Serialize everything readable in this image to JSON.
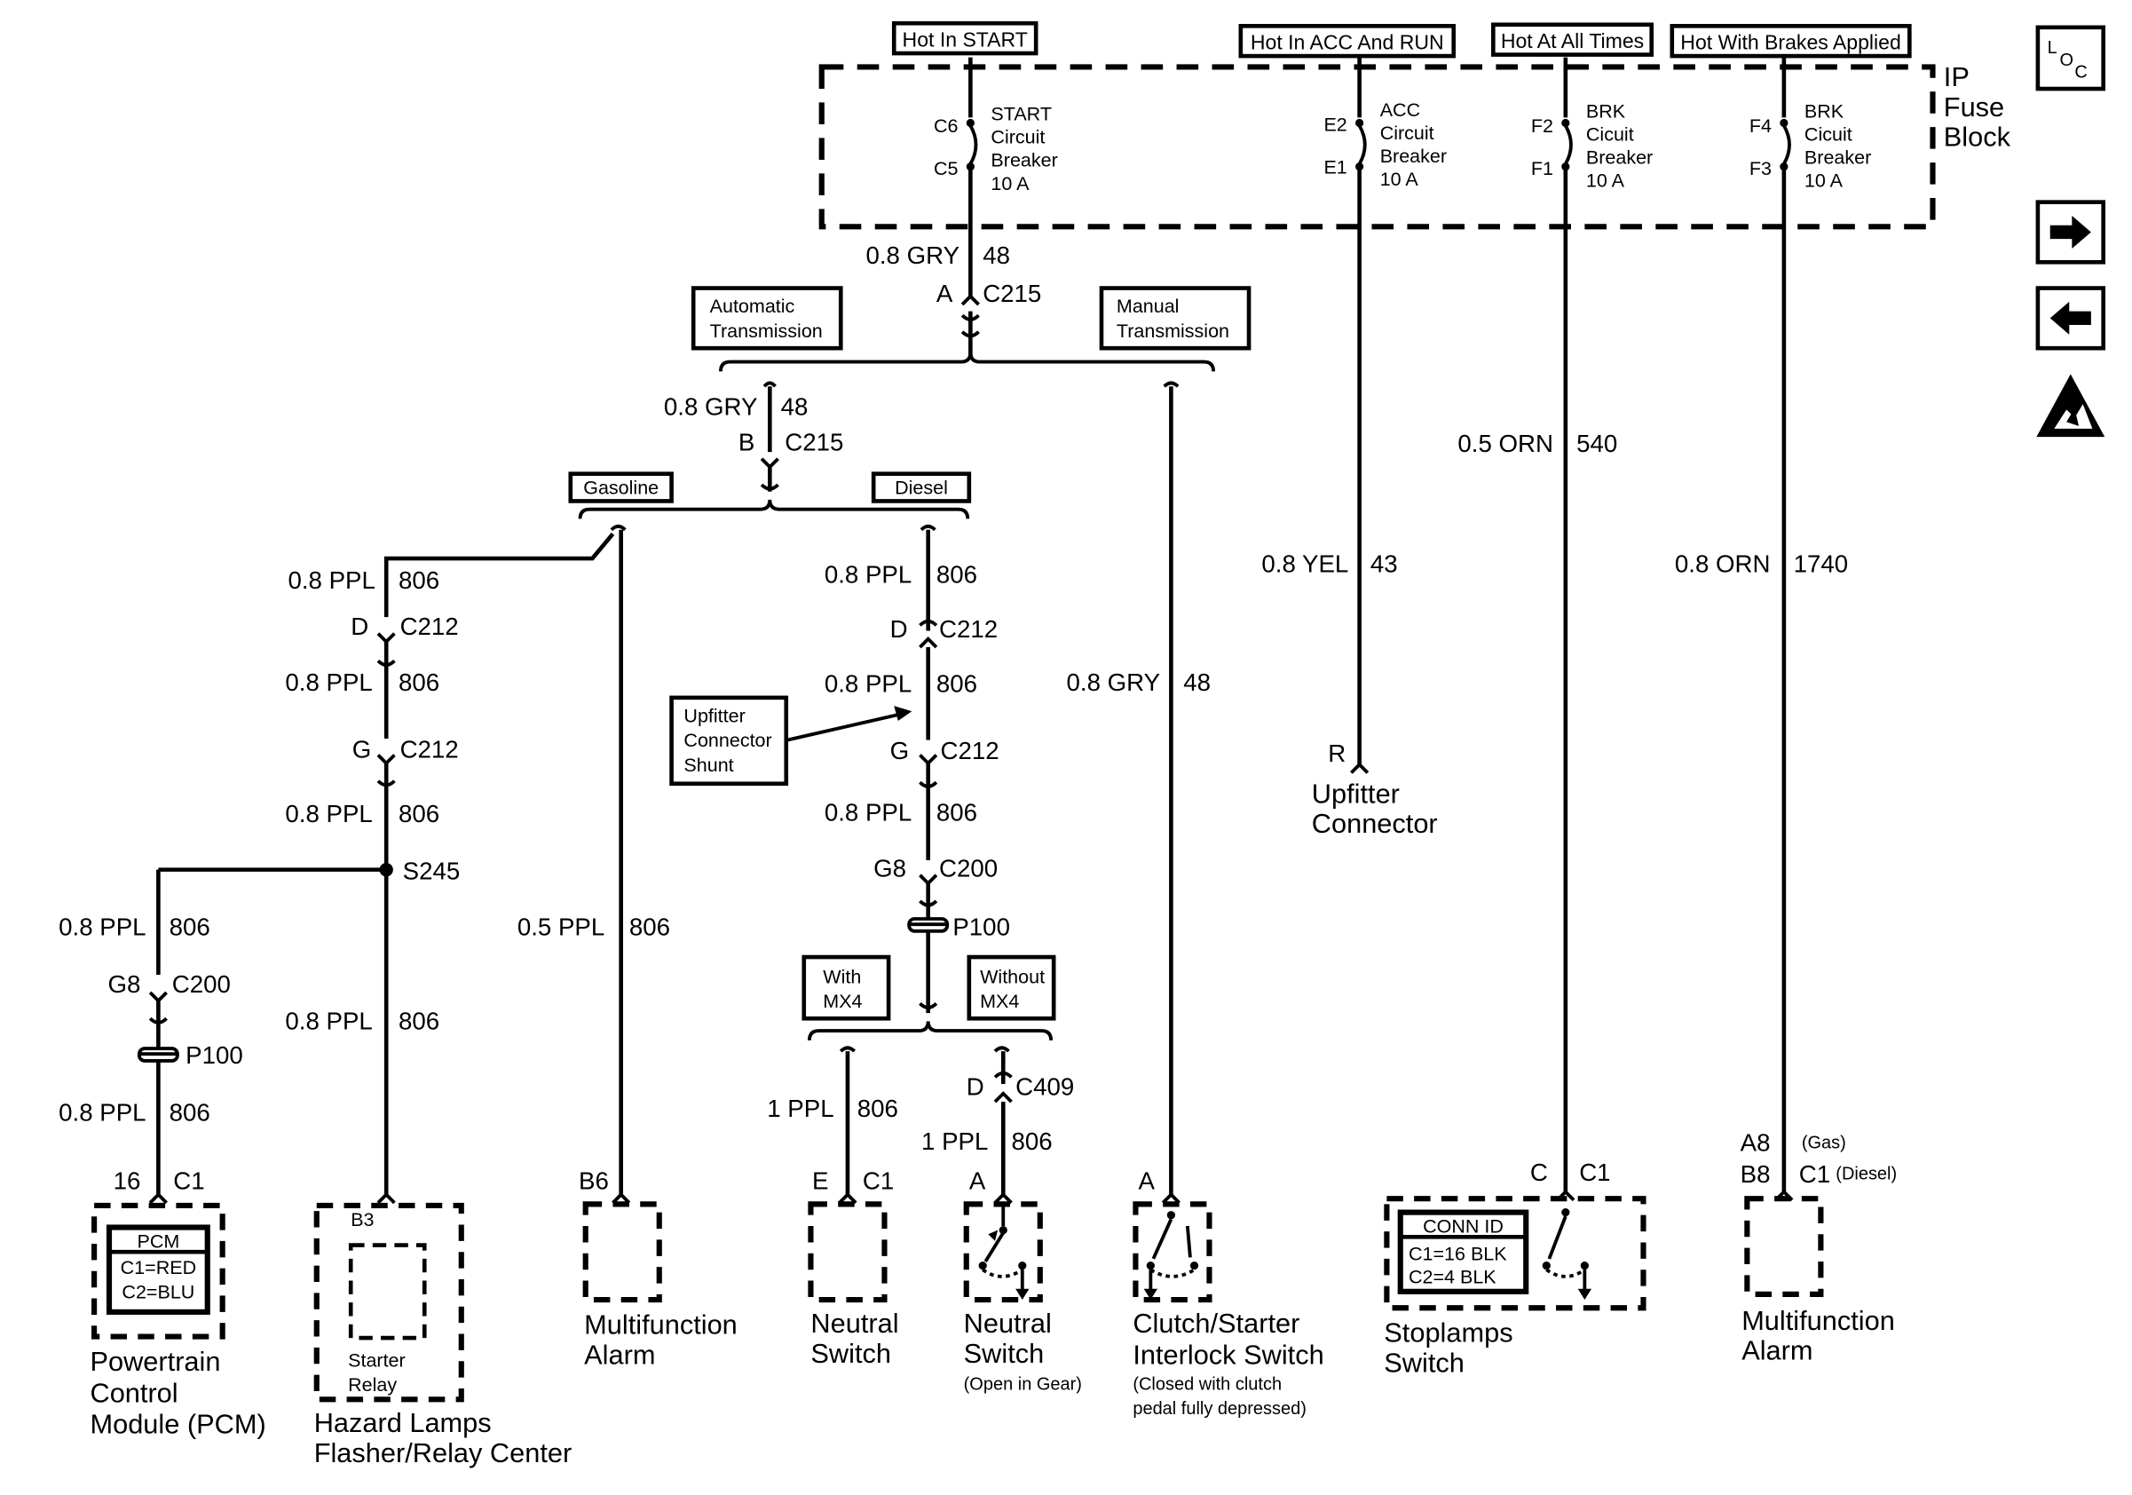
{
  "power_labels": {
    "hot_start": "Hot In START",
    "hot_acc_run": "Hot In ACC And RUN",
    "hot_all_times": "Hot At All Times",
    "hot_brakes": "Hot With Brakes Applied"
  },
  "fuse_block": {
    "line1": "IP",
    "line2": "Fuse",
    "line3": "Block"
  },
  "breakers": {
    "start": {
      "pin_top": "C6",
      "pin_bot": "C5",
      "l1": "START",
      "l2": "Circuit",
      "l3": "Breaker",
      "l4": "10 A"
    },
    "acc": {
      "pin_top": "E2",
      "pin_bot": "E1",
      "l1": "ACC",
      "l2": "Circuit",
      "l3": "Breaker",
      "l4": "10 A"
    },
    "brk1": {
      "pin_top": "F2",
      "pin_bot": "F1",
      "l1": "BRK",
      "l2": "Cicuit",
      "l3": "Breaker",
      "l4": "10 A"
    },
    "brk2": {
      "pin_top": "F4",
      "pin_bot": "F3",
      "l1": "BRK",
      "l2": "Cicuit",
      "l3": "Breaker",
      "l4": "10 A"
    }
  },
  "wires": {
    "gry_top": "0.8 GRY",
    "gry_top_num": "48",
    "c215a_pin": "A",
    "c215a_conn": "C215",
    "auto_trans_1": "Automatic",
    "auto_trans_2": "Transmission",
    "man_trans_1": "Manual",
    "man_trans_2": "Transmission",
    "gry_mid": "0.8 GRY",
    "gry_mid_num": "48",
    "c215b_pin": "B",
    "c215b_conn": "C215",
    "gasoline": "Gasoline",
    "diesel": "Diesel",
    "orn540": "0.5 ORN",
    "orn540_num": "540",
    "yel43": "0.8 YEL",
    "yel43_num": "43",
    "orn1740": "0.8 ORN",
    "orn1740_num": "1740",
    "gry_right": "0.8 GRY",
    "gry_right_num": "48",
    "g_ppl1": "0.8 PPL",
    "g_ppl1_num": "806",
    "g_d_pin": "D",
    "g_d_conn": "C212",
    "g_ppl2": "0.8 PPL",
    "g_ppl2_num": "806",
    "g_g_pin": "G",
    "g_g_conn": "C212",
    "g_ppl3": "0.8 PPL",
    "g_ppl3_num": "806",
    "s245": "S245",
    "l_ppl1": "0.8 PPL",
    "l_ppl1_num": "806",
    "l_g8": "G8",
    "l_c200": "C200",
    "l_p100": "P100",
    "l_ppl2": "0.8 PPL",
    "l_ppl2_num": "806",
    "l_pin": "16",
    "l_conn": "C1",
    "h_ppl": "0.8 PPL",
    "h_ppl_num": "806",
    "m_ppl": "0.5 PPL",
    "m_ppl_num": "806",
    "d_ppl1": "0.8 PPL",
    "d_ppl1_num": "806",
    "d_d_pin": "D",
    "d_d_conn": "C212",
    "d_ppl2": "0.8 PPL",
    "d_ppl2_num": "806",
    "shunt_1": "Upfitter",
    "shunt_2": "Connector",
    "shunt_3": "Shunt",
    "d_g_pin": "G",
    "d_g_conn": "C212",
    "d_ppl3": "0.8 PPL",
    "d_ppl3_num": "806",
    "d_g8": "G8",
    "d_c200": "C200",
    "d_p100": "P100",
    "with_mx4_1": "With",
    "with_mx4_2": "MX4",
    "without_mx4_1": "Without",
    "without_mx4_2": "MX4",
    "c409_pin": "D",
    "c409_conn": "C409",
    "n1_ppl": "1 PPL",
    "n1_ppl_num": "806",
    "n2_ppl": "1 PPL",
    "n2_ppl_num": "806",
    "upfit_pin": "R"
  },
  "components": {
    "pcm": {
      "box_title": "PCM",
      "c1": "C1=RED",
      "c2": "C2=BLU",
      "name1": "Powertrain",
      "name2": "Control",
      "name3": "Module (PCM)"
    },
    "hazard": {
      "pin": "B3",
      "inner1": "Starter",
      "inner2": "Relay",
      "name1": "Hazard Lamps",
      "name2": "Flasher/Relay Center"
    },
    "mfa_left": {
      "pin": "B6",
      "name1": "Multifunction",
      "name2": "Alarm"
    },
    "neutral1": {
      "pin": "E",
      "conn": "C1",
      "name1": "Neutral",
      "name2": "Switch"
    },
    "neutral2": {
      "pin": "A",
      "name1": "Neutral",
      "name2": "Switch",
      "note": "(Open in Gear)"
    },
    "clutch": {
      "pin": "A",
      "name1": "Clutch/Starter",
      "name2": "Interlock Switch",
      "note1": "(Closed with clutch",
      "note2": "pedal fully depressed)"
    },
    "upfitter": {
      "name1": "Upfitter",
      "name2": "Connector"
    },
    "stoplamps": {
      "pin": "C",
      "conn": "C1",
      "box_title": "CONN ID",
      "c1": "C1=16 BLK",
      "c2": "C2=4 BLK",
      "name1": "Stoplamps",
      "name2": "Switch"
    },
    "mfa_right": {
      "pin_a": "A8",
      "gas": "(Gas)",
      "pin_b": "B8",
      "conn": "C1",
      "diesel": "(Diesel)",
      "name1": "Multifunction",
      "name2": "Alarm"
    }
  },
  "nav": {
    "loc_l": "L",
    "loc_o": "O",
    "loc_c": "C",
    "next_icon": "right-arrow-icon",
    "prev_icon": "left-arrow-icon",
    "esd_icon": "esd-warning-icon"
  }
}
